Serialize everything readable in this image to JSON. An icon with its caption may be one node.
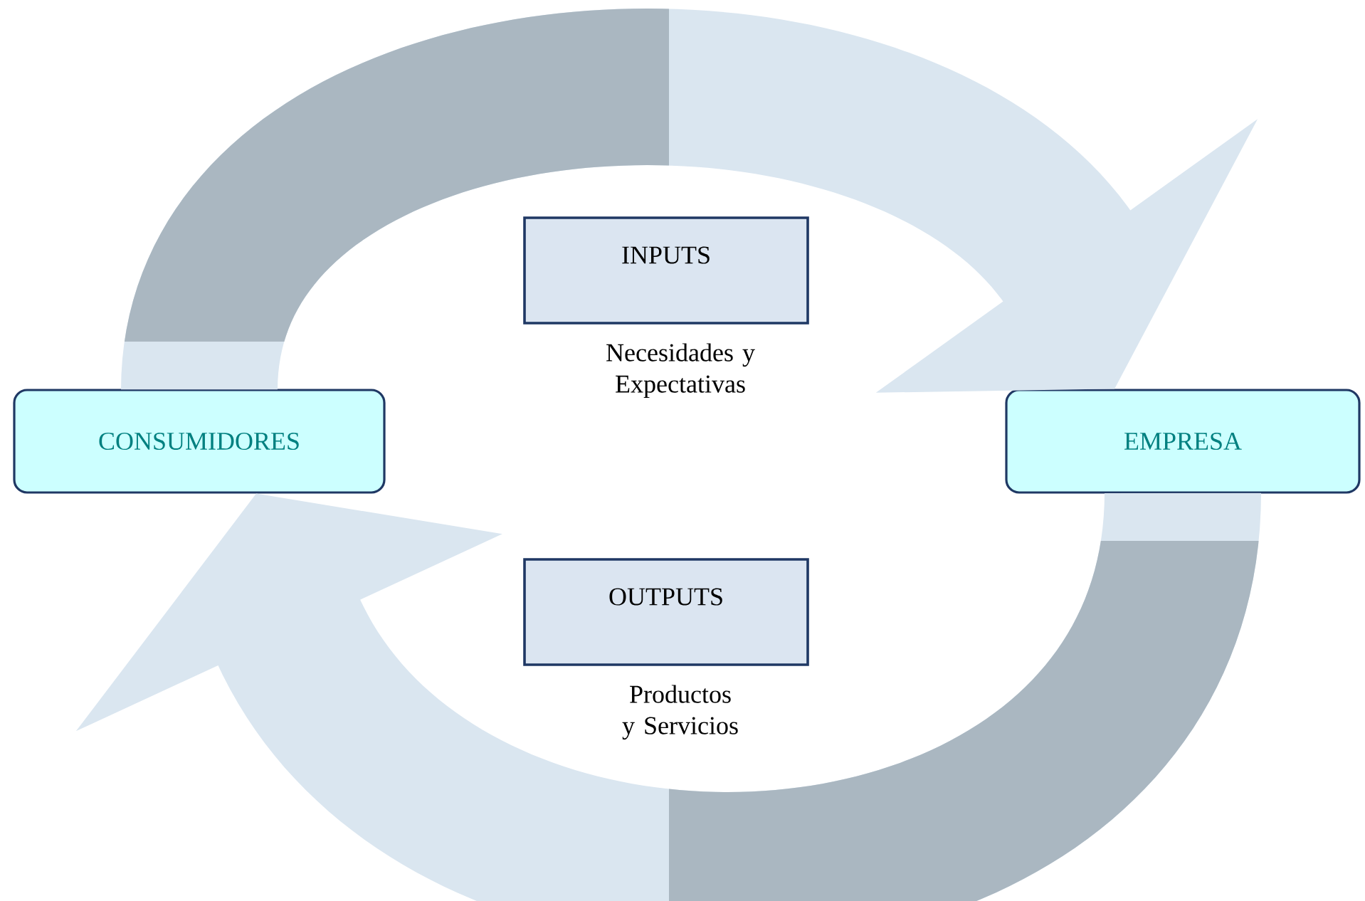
{
  "diagram": {
    "nodes": [
      {
        "text": [
          "CONSUMIDORES"
        ]
      },
      {
        "text": [
          "EMPRESA"
        ]
      },
      {
        "text": [
          "INPUTS"
        ],
        "beside": [
          "Necesidades y Expectativas"
        ]
      },
      {
        "text": [
          "OUTPUTS"
        ],
        "beside": [
          "Productos y Servicios"
        ]
      }
    ],
    "edges": [
      {
        "from": 0,
        "to": 1,
        "arrow": "to"
      },
      {
        "from": 1,
        "to": 0,
        "arrow": "to"
      }
    ]
  }
}
